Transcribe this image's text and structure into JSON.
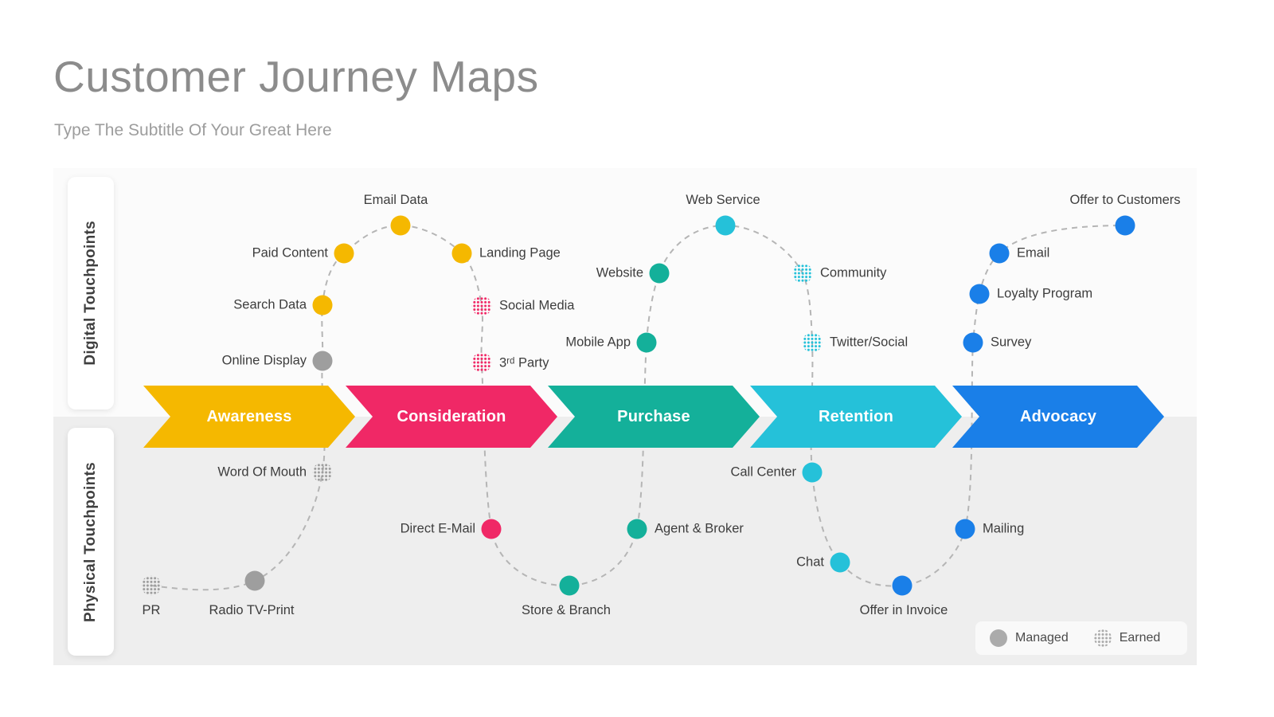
{
  "header": {
    "title": "Customer Journey Maps",
    "subtitle": "Type The Subtitle Of Your Great Here"
  },
  "lanes": {
    "digital": "Digital Touchpoints",
    "physical": "Physical Touchpoints"
  },
  "stages": [
    {
      "label": "Awareness",
      "color": "#F5B800"
    },
    {
      "label": "Consideration",
      "color": "#F02866"
    },
    {
      "label": "Purchase",
      "color": "#14B09A"
    },
    {
      "label": "Retention",
      "color": "#25C1D9"
    },
    {
      "label": "Advocacy",
      "color": "#1A7FE8"
    }
  ],
  "touchpoints": [
    {
      "label": "Email Data",
      "lane": "digital",
      "marker": "managed",
      "color": "#F5B800"
    },
    {
      "label": "Paid Content",
      "lane": "digital",
      "marker": "managed",
      "color": "#F5B800"
    },
    {
      "label": "Landing Page",
      "lane": "digital",
      "marker": "managed",
      "color": "#F5B800"
    },
    {
      "label": "Search Data",
      "lane": "digital",
      "marker": "managed",
      "color": "#F5B800"
    },
    {
      "label": "Online Display",
      "lane": "digital",
      "marker": "managed",
      "color": "#9E9E9E"
    },
    {
      "label": "Social Media",
      "lane": "digital",
      "marker": "earned",
      "color": "#F02866"
    },
    {
      "label": "3ʳᵈ Party",
      "lane": "digital",
      "marker": "earned",
      "color": "#F02866"
    },
    {
      "label": "Website",
      "lane": "digital",
      "marker": "managed",
      "color": "#14B09A"
    },
    {
      "label": "Mobile App",
      "lane": "digital",
      "marker": "managed",
      "color": "#14B09A"
    },
    {
      "label": "Web Service",
      "lane": "digital",
      "marker": "managed",
      "color": "#25C1D9"
    },
    {
      "label": "Community",
      "lane": "digital",
      "marker": "earned",
      "color": "#25C1D9"
    },
    {
      "label": "Twitter/Social",
      "lane": "digital",
      "marker": "earned",
      "color": "#25C1D9"
    },
    {
      "label": "Email",
      "lane": "digital",
      "marker": "managed",
      "color": "#1A7FE8"
    },
    {
      "label": "Loyalty Program",
      "lane": "digital",
      "marker": "managed",
      "color": "#1A7FE8"
    },
    {
      "label": "Survey",
      "lane": "digital",
      "marker": "managed",
      "color": "#1A7FE8"
    },
    {
      "label": "Offer to Customers",
      "lane": "digital",
      "marker": "managed",
      "color": "#1A7FE8"
    },
    {
      "label": "Word Of Mouth",
      "lane": "physical",
      "marker": "earned",
      "color": "#9E9E9E"
    },
    {
      "label": "PR",
      "lane": "physical",
      "marker": "earned",
      "color": "#9E9E9E"
    },
    {
      "label": "Radio TV-Print",
      "lane": "physical",
      "marker": "managed",
      "color": "#9E9E9E"
    },
    {
      "label": "Direct E-Mail",
      "lane": "physical",
      "marker": "managed",
      "color": "#F02866"
    },
    {
      "label": "Store & Branch",
      "lane": "physical",
      "marker": "managed",
      "color": "#14B09A"
    },
    {
      "label": "Agent & Broker",
      "lane": "physical",
      "marker": "managed",
      "color": "#14B09A"
    },
    {
      "label": "Call Center",
      "lane": "physical",
      "marker": "managed",
      "color": "#25C1D9"
    },
    {
      "label": "Chat",
      "lane": "physical",
      "marker": "managed",
      "color": "#25C1D9"
    },
    {
      "label": "Offer in Invoice",
      "lane": "physical",
      "marker": "managed",
      "color": "#1A7FE8"
    },
    {
      "label": "Mailing",
      "lane": "physical",
      "marker": "managed",
      "color": "#1A7FE8"
    }
  ],
  "legend": {
    "managed": "Managed",
    "earned": "Earned"
  }
}
